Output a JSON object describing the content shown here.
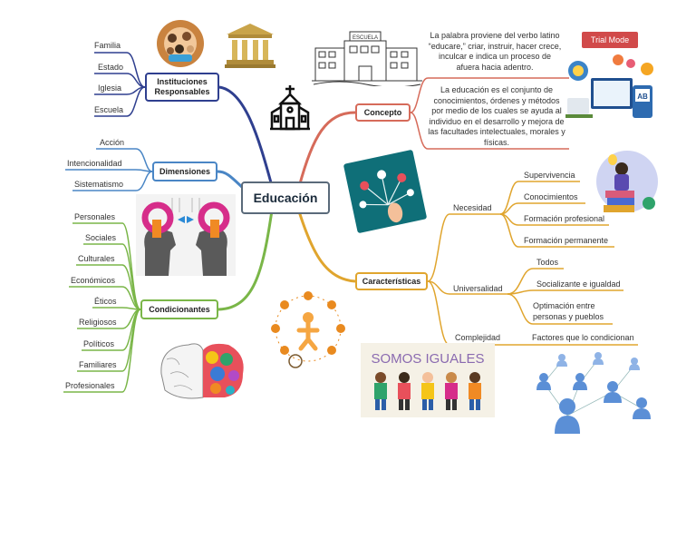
{
  "trial_badge": "Trial Mode",
  "center": {
    "label": "Educación"
  },
  "colors": {
    "blue": "#2f3f8f",
    "steel": "#4a86c5",
    "green": "#7ab648",
    "red": "#d66b5a",
    "yellow": "#e0a52e",
    "center_border": "#5a6a7a"
  },
  "instituciones": {
    "label": "Instituciones\nResponsables",
    "items": [
      "Familia",
      "Estado",
      "Iglesia",
      "Escuela"
    ]
  },
  "dimensiones": {
    "label": "Dimensiones",
    "items": [
      "Acción",
      "Intencionalidad",
      "Sistematismo"
    ]
  },
  "condicionantes": {
    "label": "Condicionantes",
    "items": [
      "Personales",
      "Sociales",
      "Culturales",
      "Económicos",
      "Éticos",
      "Religiosos",
      "Políticos",
      "Familiares",
      "Profesionales"
    ]
  },
  "concepto": {
    "label": "Concepto",
    "text1": "La palabra proviene del verbo latino “educare,” criar, instruir, hacer crece, inculcar e indica un proceso de afuera hacia adentro.",
    "text2": "La educación es el conjunto de conocimientos, órdenes y métodos por medio de los cuales se ayuda al individuo en el desarrollo y mejora de las facultades intelectuales, morales y físicas."
  },
  "caracteristicas": {
    "label": "Características",
    "necesidad": {
      "label": "Necesidad",
      "items": [
        "Supervivencia",
        "Conocimientos",
        "Formación profesional",
        "Formación permanente"
      ]
    },
    "universalidad": {
      "label": "Universalidad",
      "items": [
        "Todos",
        "Socializante e igualdad",
        "Optimación entre personas y pueblos"
      ]
    },
    "complejidad": {
      "label": "Complejidad",
      "items": [
        "Factores que lo condicionan"
      ]
    }
  },
  "illustrations": {
    "school_sign": "ESCUELA",
    "somos_iguales": "SOMOS IGUALES",
    "book_label": "AB"
  },
  "icons": [
    "diverse-hands-icon",
    "bank-building-icon",
    "church-icon",
    "school-building-icon",
    "online-learning-icon",
    "touch-network-icon",
    "reading-student-icon",
    "two-heads-exchange-icon",
    "cycle-person-icon",
    "brain-colors-icon",
    "children-group-icon",
    "people-network-icon"
  ]
}
